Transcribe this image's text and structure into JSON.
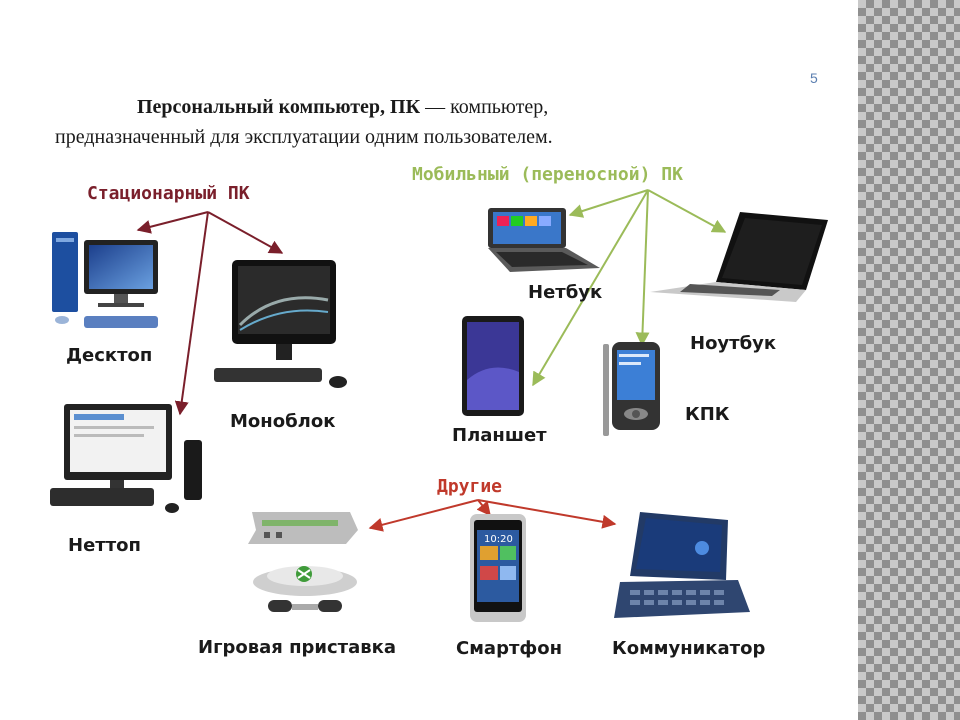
{
  "page_number": "5",
  "definition": {
    "term": "Персональный компьютер, ПК",
    "dash": " — компьютер,",
    "line2": "предназначенный для эксплуатации одним пользователем."
  },
  "categories": {
    "stationary": "Стационарный ПК",
    "mobile": "Мобильный (переносной) ПК",
    "other": "Другие"
  },
  "devices": {
    "desktop": "Десктоп",
    "monoblock": "Моноблок",
    "nettop": "Неттоп",
    "netbook": "Нетбук",
    "notebook": "Ноутбук",
    "tablet": "Планшет",
    "pda": "КПК",
    "console": "Игровая приставка",
    "smartphone": "Смартфон",
    "communicator": "Коммуникатор"
  },
  "colors": {
    "stationary": "#7a1f2b",
    "mobile": "#9bbb59",
    "other": "#c0392b",
    "strip_dark": "#8f8f8f",
    "strip_light": "#c9c9c9"
  }
}
